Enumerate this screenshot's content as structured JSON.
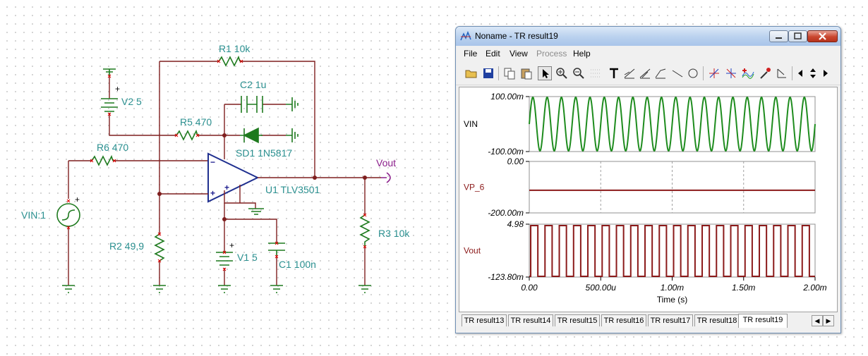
{
  "schematic": {
    "labels": {
      "r1": "R1 10k",
      "c2": "C2 1u",
      "v2": "V2 5",
      "r5": "R5 470",
      "r6": "R6 470",
      "sd1": "SD1 1N5817",
      "u1": "U1 TLV3501",
      "vout": "Vout",
      "vin": "VIN:1",
      "r2": "R2 49,9",
      "r3": "R3 10k",
      "v1": "V1 5",
      "c1": "C1 100n"
    },
    "pins": {
      "minus": "−",
      "plus": "+"
    },
    "polarity": "+"
  },
  "window": {
    "title": "Noname - TR result19",
    "menu": [
      "File",
      "Edit",
      "View",
      "Process",
      "Help"
    ],
    "disabled_menu": "Process",
    "toolbar_icons": [
      "open-icon",
      "save-icon",
      "copy-icon",
      "paste-icon",
      "select-pointer-icon",
      "zoom-in-icon",
      "zoom-out-icon",
      "grid-icon",
      "text-icon",
      "cursor-tool-a-icon",
      "cursor-tool-b-icon",
      "cursor-tool-c-icon",
      "line-icon",
      "circle-icon",
      "cursor-a-icon",
      "cursor-b-icon",
      "add-curve-icon",
      "probe-icon",
      "step-icon",
      "scroll-left-icon",
      "scroll-updown-icon",
      "scroll-right-icon"
    ],
    "tabs": [
      "TR result13",
      "TR result14",
      "TR result15",
      "TR result16",
      "TR result17",
      "TR result18",
      "TR result19"
    ],
    "active_tab": "TR result19"
  },
  "chart_data": [
    {
      "type": "line",
      "series": [
        {
          "name": "VIN",
          "description": "sine wave, ~20 cycles over 2ms"
        }
      ],
      "ylabels": [
        "100.00m",
        "-100.00m"
      ],
      "ylim": [
        -0.1,
        0.1
      ],
      "color": "#1e8c1e"
    },
    {
      "type": "line",
      "series": [
        {
          "name": "VP_6",
          "description": "flat near mid level"
        }
      ],
      "ylabels": [
        "0.00",
        "-200.00m"
      ],
      "ylim": [
        -0.2,
        0.0
      ],
      "color": "#8b1a1a"
    },
    {
      "type": "line",
      "series": [
        {
          "name": "Vout",
          "description": "square wave, ~20 cycles over 2ms"
        }
      ],
      "ylabels": [
        "4.98",
        "-123.80m"
      ],
      "ylim": [
        -0.1238,
        4.98
      ],
      "color": "#8b1a1a"
    }
  ],
  "xaxis": {
    "ticks": [
      "0.00",
      "500.00u",
      "1.00m",
      "1.50m",
      "2.00m"
    ],
    "xlim": [
      0,
      0.002
    ],
    "label": "Time (s)"
  }
}
